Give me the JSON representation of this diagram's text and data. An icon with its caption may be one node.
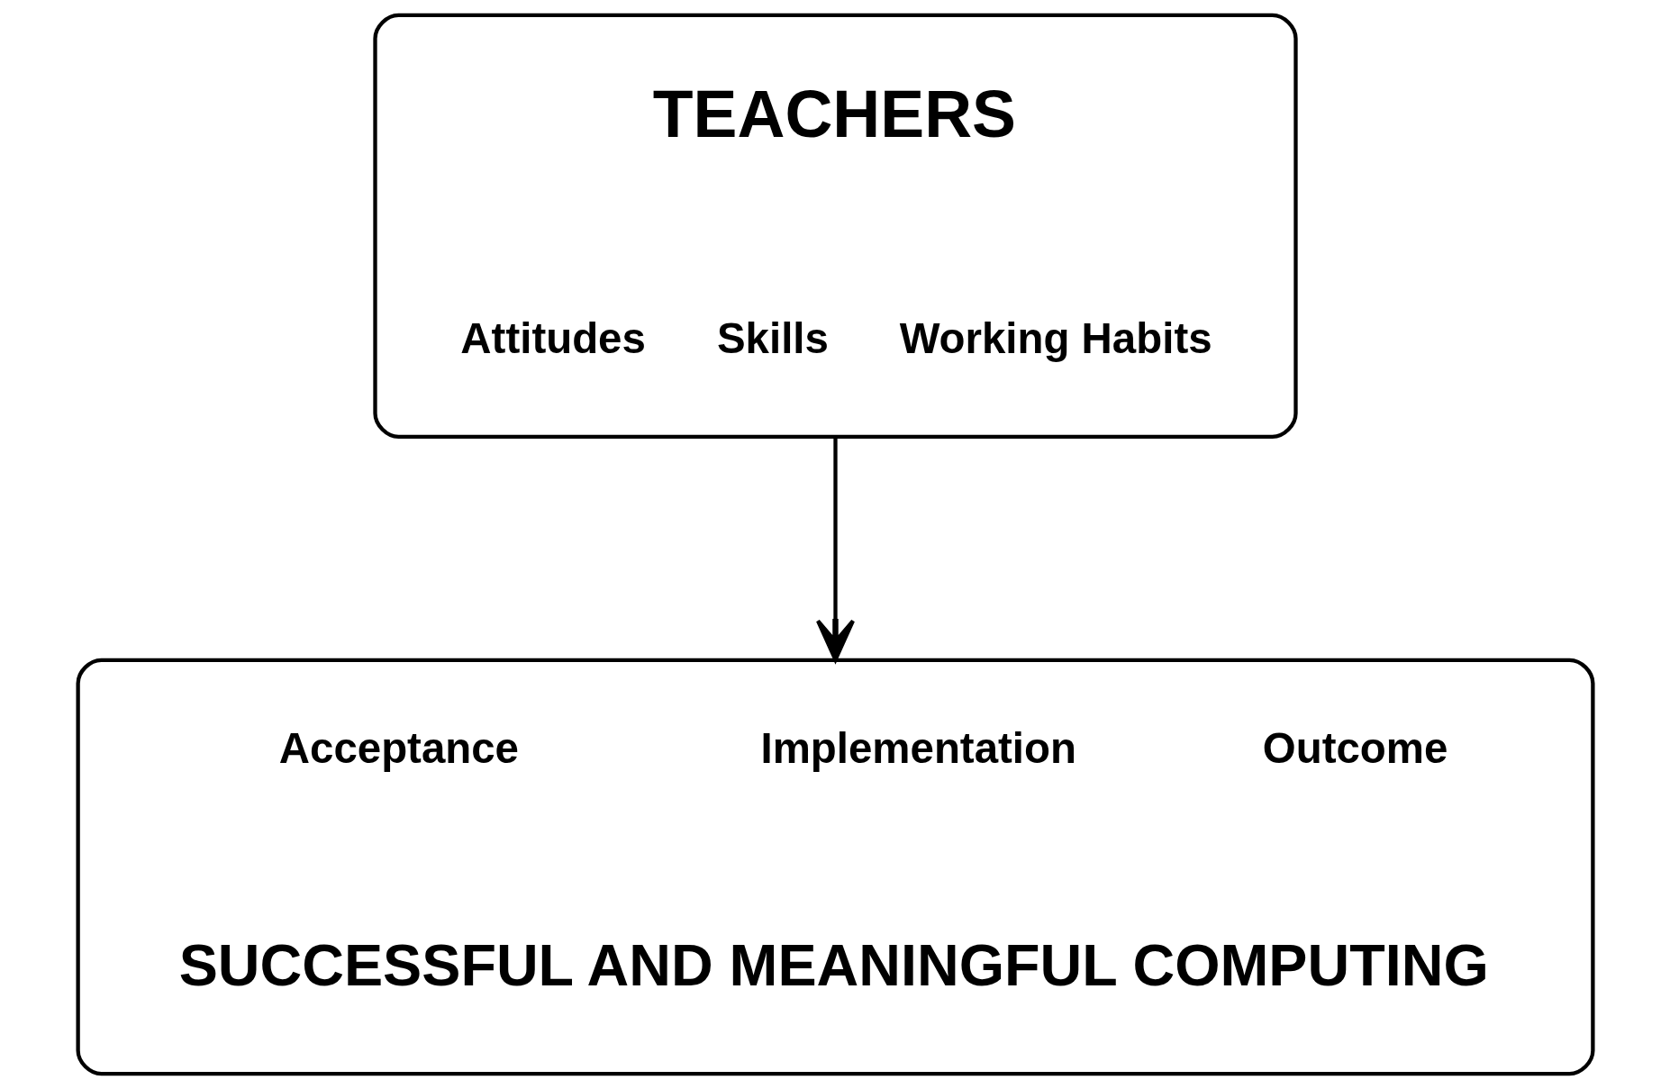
{
  "diagram": {
    "nodes": [
      {
        "text": [
          "TEACHERS",
          "Attitudes",
          "Skills",
          "Working Habits"
        ]
      },
      {
        "text": [
          "Acceptance",
          "Implementation",
          "Outcome",
          "SUCCESSFUL AND MEANINGFUL COMPUTING"
        ]
      }
    ],
    "edges": [
      {
        "from": 0,
        "to": 1,
        "arrow": "to"
      }
    ]
  }
}
